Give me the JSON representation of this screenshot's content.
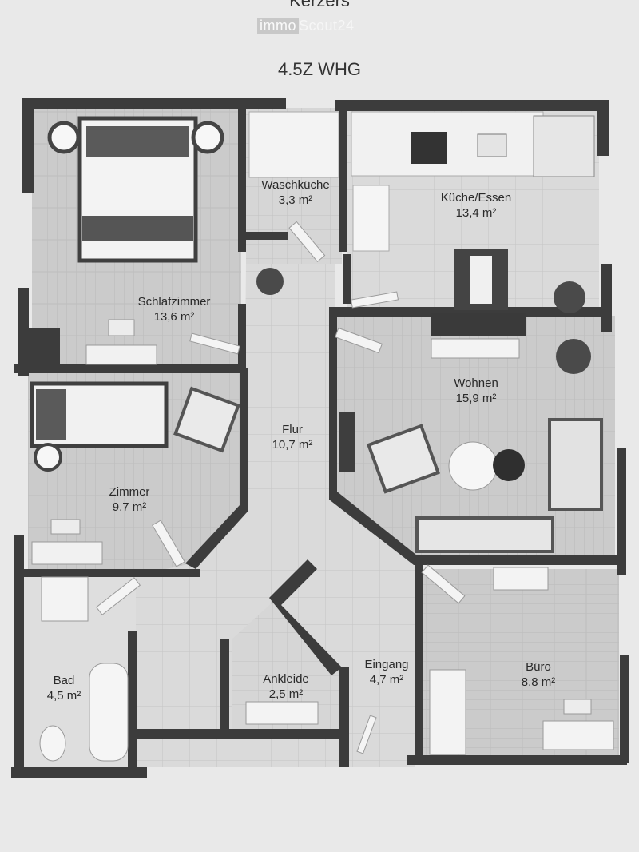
{
  "header": {
    "city": "Kerzers",
    "watermark_left": "immo",
    "watermark_right": "Scout24",
    "subtitle": "4.5Z WHG"
  },
  "rooms": {
    "schlafzimmer": {
      "name": "Schlafzimmer",
      "area": "13,6 m²"
    },
    "waschkueche": {
      "name": "Waschküche",
      "area": "3,3 m²"
    },
    "kueche": {
      "name": "Küche/Essen",
      "area": "13,4 m²"
    },
    "wohnen": {
      "name": "Wohnen",
      "area": "15,9 m²"
    },
    "flur": {
      "name": "Flur",
      "area": "10,7 m²"
    },
    "zimmer": {
      "name": "Zimmer",
      "area": "9,7 m²"
    },
    "bad": {
      "name": "Bad",
      "area": "4,5 m²"
    },
    "ankleide": {
      "name": "Ankleide",
      "area": "2,5 m²"
    },
    "eingang": {
      "name": "Eingang",
      "area": "4,7 m²"
    },
    "buero": {
      "name": "Büro",
      "area": "8,8 m²"
    }
  },
  "colors": {
    "wall": "#3a3a3a",
    "wood_floor": "#cfcfcf",
    "tile_floor": "#dcdcdc",
    "furniture": "#f2f2f2",
    "dark_furniture": "#4a4a4a"
  }
}
